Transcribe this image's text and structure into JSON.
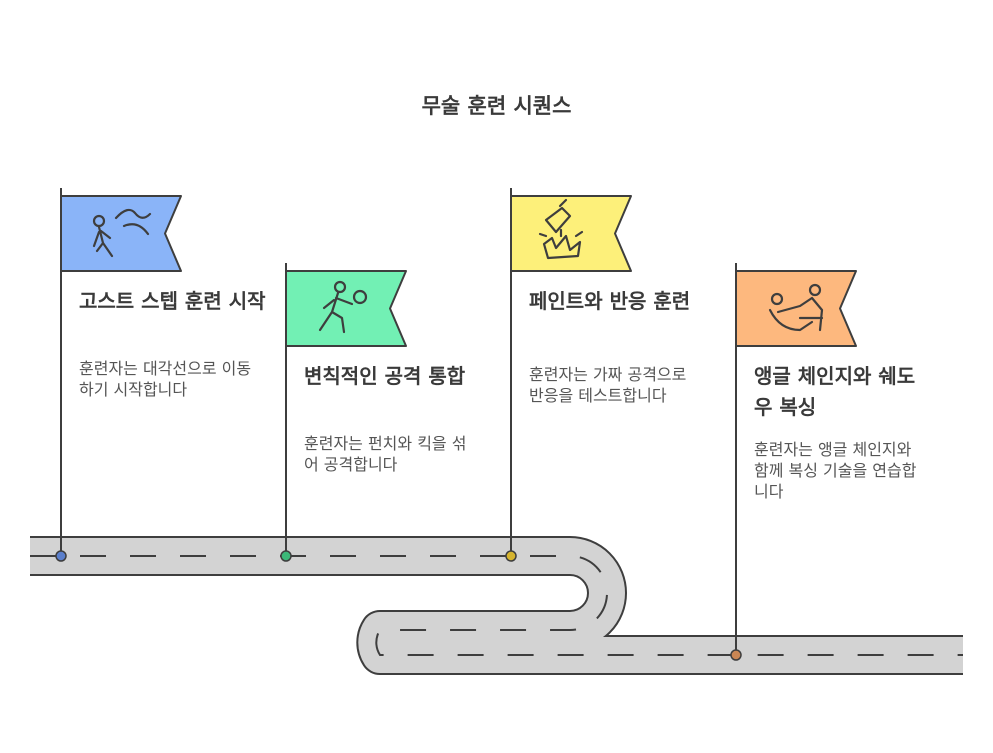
{
  "title": "무술 훈련 시퀀스",
  "steps": [
    {
      "title": "고스트 스텝 훈련 시작",
      "description": "훈련자는 대각선으로 이동하기 시작합니다",
      "icon": "ghost-step-icon",
      "flag_color": "#8ab4f8",
      "dot_color": "#5b7fcc"
    },
    {
      "title": "변칙적인 공격 통합",
      "description": "훈련자는 펀치와 킥을 섞어 공격합니다",
      "icon": "punch-kick-icon",
      "flag_color": "#72f0b4",
      "dot_color": "#3cb878"
    },
    {
      "title": "페인트와 반응 훈련",
      "description": "훈련자는 가짜 공격으로 반응을 테스트합니다",
      "icon": "feint-reaction-icon",
      "flag_color": "#fdf07a",
      "dot_color": "#d6b42e"
    },
    {
      "title": "앵글 체인지와 쉐도우 복싱",
      "description": "훈련자는 앵글 체인지와 함께 복싱 기술을 연습합니다",
      "icon": "shadow-boxing-icon",
      "flag_color": "#fdb87e",
      "dot_color": "#c98654"
    }
  ]
}
